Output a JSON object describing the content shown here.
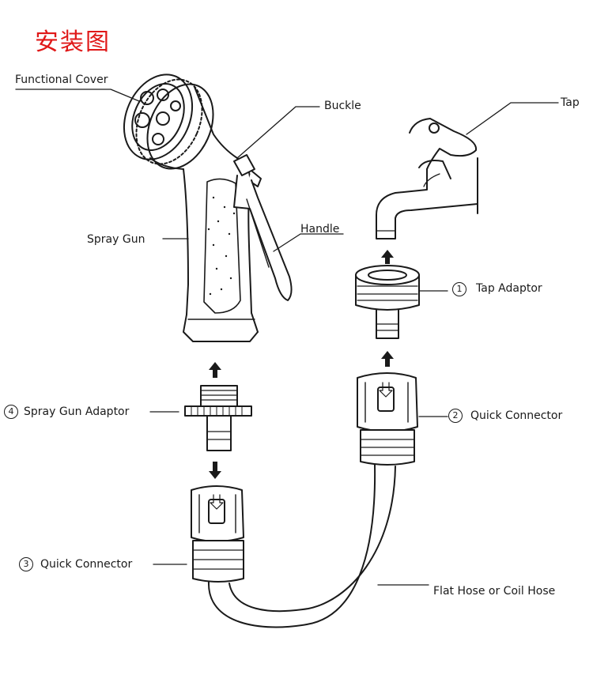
{
  "title": "安装图",
  "colors": {
    "title": "#e01818",
    "ink": "#1a1a1a",
    "background": "#ffffff"
  },
  "labels": {
    "functional_cover": "Functional Cover",
    "buckle": "Buckle",
    "tap": "Tap",
    "spray_gun": "Spray Gun",
    "handle": "Handle",
    "tap_adaptor": "Tap Adaptor",
    "spray_gun_adaptor": "Spray Gun Adaptor",
    "quick_connector_2": "Quick Connector",
    "quick_connector_3": "Quick Connector",
    "flat_hose": "Flat Hose or Coil Hose"
  },
  "numbers": {
    "n1": "1",
    "n2": "2",
    "n3": "3",
    "n4": "4"
  },
  "arrows": [
    "up-arrow",
    "up-arrow",
    "up-arrow",
    "down-arrow"
  ]
}
